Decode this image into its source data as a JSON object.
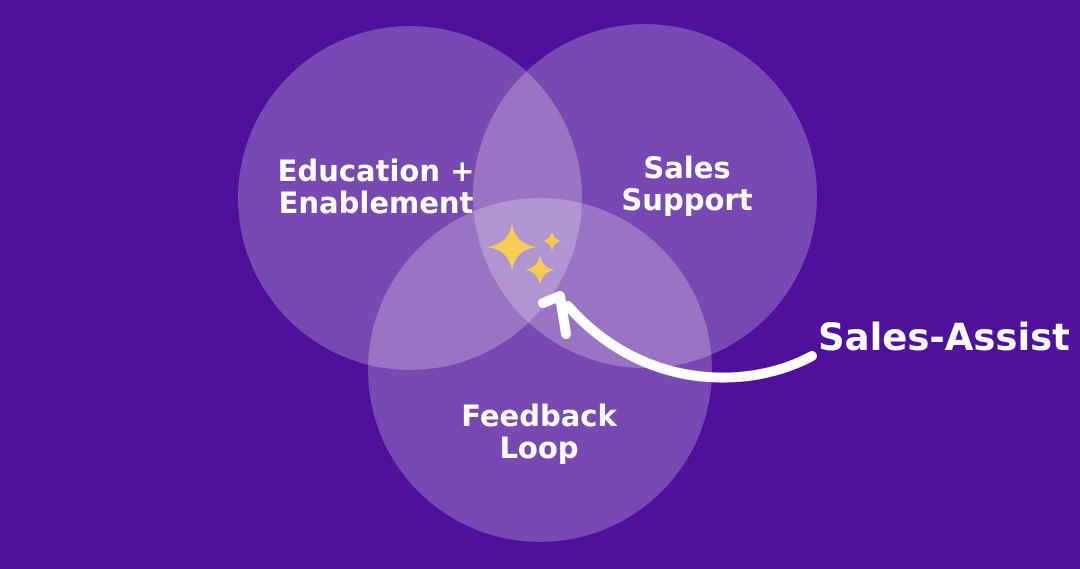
{
  "diagram": {
    "circles": [
      {
        "id": "education",
        "label": "Education +\nEnablement"
      },
      {
        "id": "sales-support",
        "label": "Sales\nSupport"
      },
      {
        "id": "feedback",
        "label": "Feedback\nLoop"
      }
    ],
    "callout": {
      "label": "Sales-Assist"
    },
    "icons": {
      "center": "sparkles-icon",
      "arrow": "curved-arrow-icon"
    },
    "colors": {
      "background": "#4f119c",
      "circle_fill": "#ffffff",
      "sparkle": "#f7cc52",
      "text": "#ffffff"
    }
  }
}
